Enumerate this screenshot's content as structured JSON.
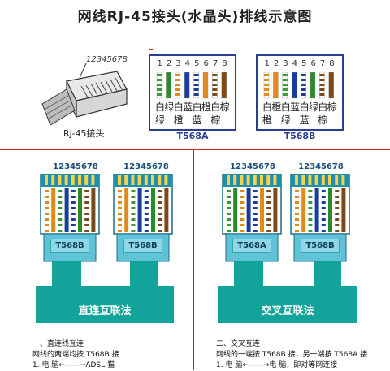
{
  "title": "网线RJ-45接头(水晶头)排线示意图",
  "connector": {
    "pin_numbers": "12345678",
    "label": "RJ-45接头"
  },
  "t568a": {
    "name": "T568A",
    "pins": [
      "1",
      "2",
      "3",
      "4",
      "5",
      "6",
      "7",
      "8"
    ],
    "row1": [
      "白",
      "绿",
      "白",
      "蓝",
      "白",
      "橙",
      "白",
      "棕"
    ],
    "row2": [
      "绿",
      "",
      "橙",
      "",
      "蓝",
      "",
      "棕",
      ""
    ],
    "colors": [
      "#3a9a3a",
      "#2a8a2a",
      "#e08a1a",
      "#1a3c9a",
      "#1a3c9a",
      "#e08a1a",
      "#7a4a1a",
      "#7a4a1a"
    ],
    "striped": [
      true,
      false,
      true,
      false,
      true,
      false,
      true,
      false
    ]
  },
  "t568b": {
    "name": "T568B",
    "pins": [
      "1",
      "2",
      "3",
      "4",
      "5",
      "6",
      "7",
      "8"
    ],
    "row1": [
      "白",
      "橙",
      "白",
      "蓝",
      "白",
      "绿",
      "白",
      "棕"
    ],
    "row2": [
      "橙",
      "",
      "绿",
      "",
      "蓝",
      "",
      "棕",
      ""
    ],
    "colors": [
      "#e08a1a",
      "#e08a1a",
      "#3a9a3a",
      "#1a3c9a",
      "#1a3c9a",
      "#2a8a2a",
      "#7a4a1a",
      "#7a4a1a"
    ],
    "striped": [
      true,
      false,
      true,
      false,
      true,
      false,
      true,
      false
    ]
  },
  "straight": {
    "band_label": "直连互联法",
    "left": {
      "pins": "12345678",
      "label": "T568B"
    },
    "right": {
      "pins": "12345678",
      "label": "T568B"
    }
  },
  "crossover": {
    "band_label": "交叉互联法",
    "left": {
      "pins": "12345678",
      "label": "T568A"
    },
    "right": {
      "pins": "12345678",
      "label": "T568B"
    }
  },
  "notes": {
    "left": [
      "一、直连线互连",
      "网线的两端均按 T568B 接",
      "1. 电  脑←——→ADSL 猫"
    ],
    "right": [
      "二、交叉互连",
      "网线的一端按 T568B 接，另一端按 T568A 接",
      "1. 电  脑←——→电  脑，即对等网连接"
    ]
  }
}
